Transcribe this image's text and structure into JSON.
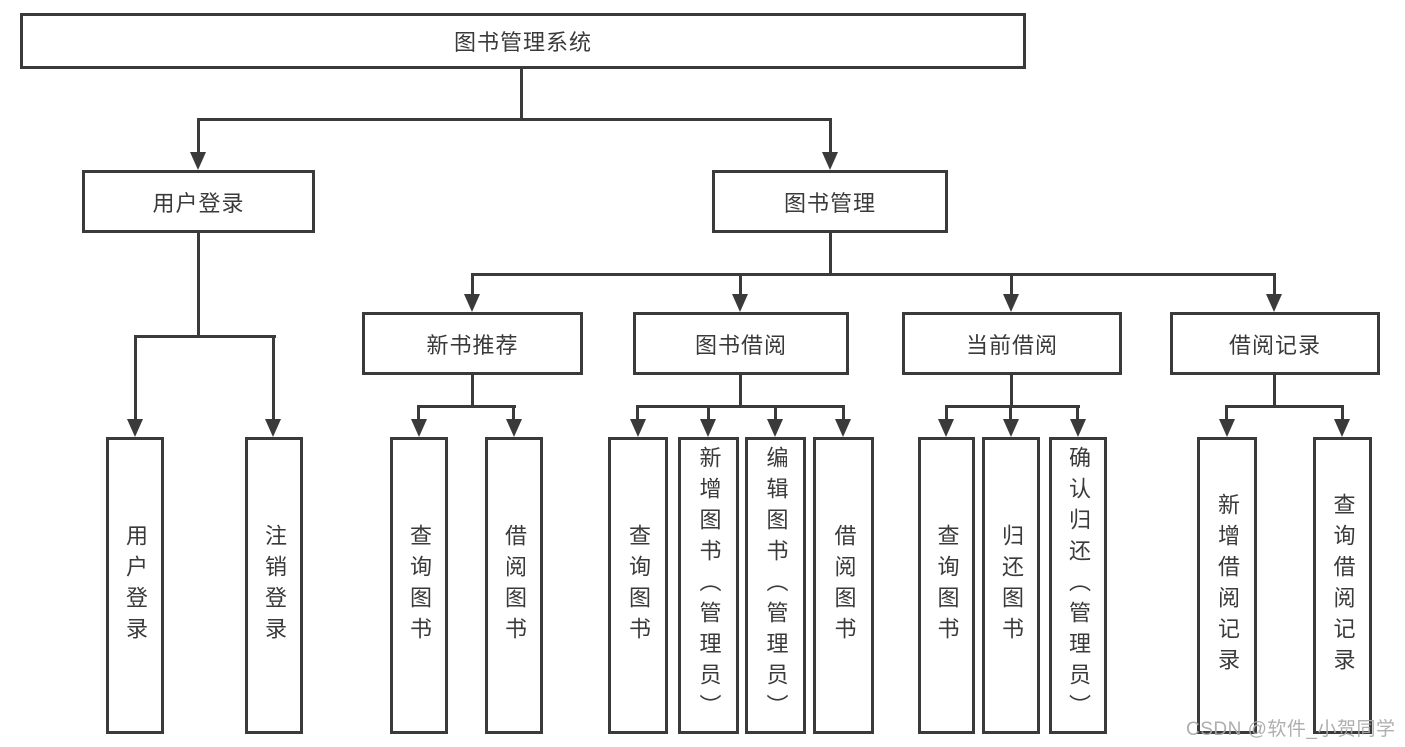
{
  "tree": {
    "root": "图书管理系统",
    "branches": [
      {
        "label": "用户登录",
        "leaves": [
          "用户登录",
          "注销登录"
        ]
      },
      {
        "label": "图书管理",
        "sections": [
          {
            "label": "新书推荐",
            "leaves": [
              "查询图书",
              "借阅图书"
            ]
          },
          {
            "label": "图书借阅",
            "leaves": [
              "查询图书",
              "新增图书（管理员）",
              "编辑图书（管理员）",
              "借阅图书"
            ]
          },
          {
            "label": "当前借阅",
            "leaves": [
              "查询图书",
              "归还图书",
              "确认归还（管理员）"
            ]
          },
          {
            "label": "借阅记录",
            "leaves": [
              "新增借阅记录",
              "查询借阅记录"
            ]
          }
        ]
      }
    ]
  },
  "watermark": {
    "text": "CSDN @软件_小贺同学"
  },
  "colors": {
    "line": "#3a3a3a",
    "text": "#3a3a3a",
    "box_background": "#ffffff",
    "page_background": "#ffffff",
    "watermark": "#a8a8a8"
  }
}
